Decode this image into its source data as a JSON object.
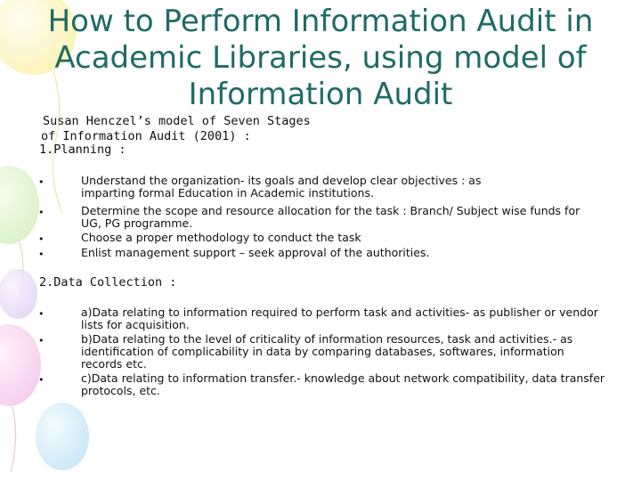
{
  "title": "How to Perform Information Audit in Academic Libraries, using model of Information Audit",
  "intro": {
    "line1": "Susan Henczel’s model of Seven Stages",
    "line2": "of Information Audit (2001) :"
  },
  "sections": [
    {
      "heading": "1.Planning :",
      "items": [
        "Understand the organization- its goals and develop clear objectives : as imparting formal Education in Academic institutions.",
        "Determine the scope and resource allocation for the task : Branch/ Subject wise funds for UG, PG programme.",
        "Choose a proper methodology to conduct the task",
        "Enlist management support – seek approval of the authorities."
      ]
    },
    {
      "heading": "2.Data Collection :",
      "items": [
        "a)Data relating to information required to perform task and activities- as publisher or vendor lists for acquisition.",
        "b)Data relating to the level of criticality of information resources, task and activities.- as identification of complicability in data by comparing databases, softwares, information records etc.",
        "c)Data relating to information transfer.- knowledge about network compatibility, data transfer protocols, etc."
      ]
    }
  ],
  "bullet_glyph": "•",
  "colors": {
    "title": "#1f6b66"
  }
}
